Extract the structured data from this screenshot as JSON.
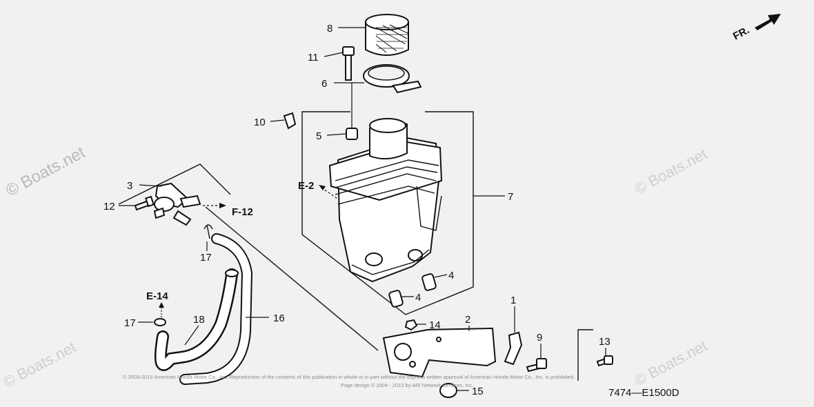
{
  "watermark": {
    "left": "© Boats.net",
    "right": "© Boats.net",
    "bottom_left": "© Boats.net",
    "bottom_right": "© Boats.net"
  },
  "fr_indicator": "FR.",
  "part_labels": {
    "p1": "1",
    "p2": "2",
    "p3": "3",
    "p4a": "4",
    "p4b": "4",
    "p5": "5",
    "p6": "6",
    "p7": "7",
    "p8": "8",
    "p9": "9",
    "p10": "10",
    "p11": "11",
    "p12": "12",
    "p13": "13",
    "p14": "14",
    "p15": "15",
    "p16": "16",
    "p17a": "17",
    "p17b": "17",
    "p18": "18"
  },
  "references": {
    "e2": "E-2",
    "f12": "F-12",
    "e14": "E-14"
  },
  "copyright": {
    "line1": "© 2003-2013 American Honda Motor Co., Inc. Reproduction of the contents of this publication in whole or in part without the express written approval of American Honda Motor Co., Inc. is prohibited.",
    "line2": "Page design © 2004 - 2013 by ARI Network Services, Inc."
  },
  "diagram_code": "7474—E1500D"
}
